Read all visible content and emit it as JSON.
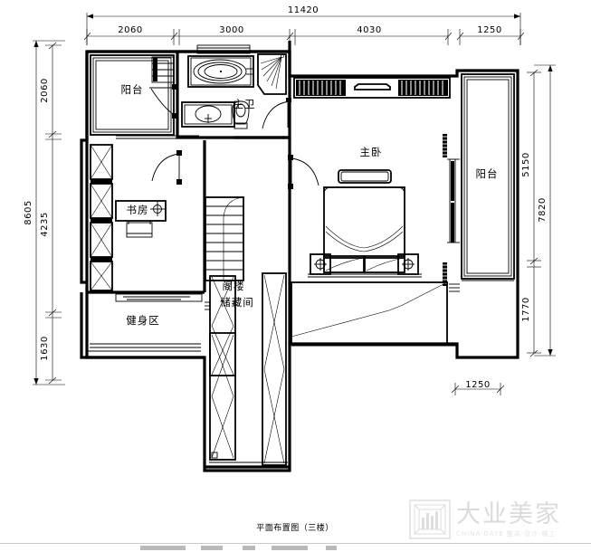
{
  "drawing": {
    "title": "平面布置图（三楼）",
    "title_note": "Floor layout plan (3rd floor)"
  },
  "dimensions": {
    "top": {
      "overall_label": "11420",
      "segments": [
        {
          "label": "2060"
        },
        {
          "label": "3000"
        },
        {
          "label": "4030"
        },
        {
          "label": "1250"
        }
      ]
    },
    "left": {
      "overall_label": "8605",
      "segments": [
        {
          "label": "2060"
        },
        {
          "label": "4235"
        },
        {
          "label": "1630"
        }
      ]
    },
    "right": {
      "overall_label": "7820",
      "segments": [
        {
          "label": "5150"
        },
        {
          "label": "1770"
        }
      ]
    },
    "bottom_right": {
      "label": "1250"
    }
  },
  "rooms": [
    {
      "key": "balcony_left",
      "label": "阳台",
      "meaning": "balcony"
    },
    {
      "key": "master_bath",
      "label": "主卫",
      "meaning": "master bathroom"
    },
    {
      "key": "study",
      "label": "书房",
      "meaning": "study"
    },
    {
      "key": "master_bed",
      "label": "主卧",
      "meaning": "master bedroom"
    },
    {
      "key": "balcony_right",
      "label": "阳台",
      "meaning": "balcony"
    },
    {
      "key": "gym",
      "label": "健身区",
      "meaning": "fitness area"
    },
    {
      "key": "attic_line1",
      "label": "阁楼",
      "meaning": "attic"
    },
    {
      "key": "attic_line2",
      "label": "储藏间",
      "meaning": "storage room"
    }
  ],
  "watermark": {
    "brand": "大业美家",
    "subtitle": "CHINA·DAYE  整装·设计·施工"
  },
  "colors": {
    "ink": "#000000",
    "paper": "#ffffff",
    "watermark": "#d9dbdd"
  }
}
